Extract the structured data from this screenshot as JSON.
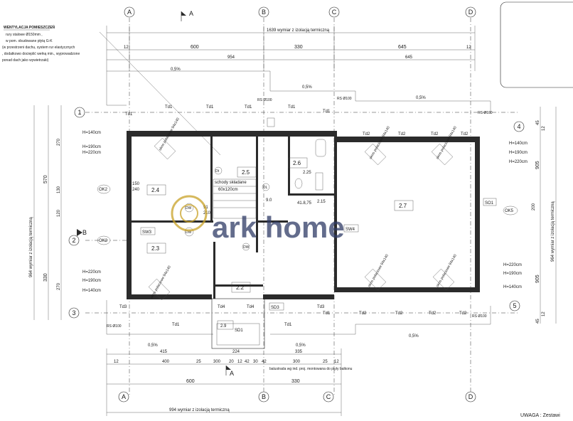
{
  "title_box": {
    "corner_text": "",
    "uwaga_label": "UWAGA : Zestawi"
  },
  "watermark": {
    "brand": "ark home",
    "color": "#c9a227",
    "text_color": "#2f3b66"
  },
  "ventilation_note": {
    "heading": "WENTYLACJA POMIESZCZEŃ",
    "lines": [
      "rury stalowe Ø150mm ,",
      "w pom. obudowane płytą G-K",
      "(w przestrzeni dachu, system rur elastycznych",
      ", dodatkowo docieplić wełną min., wyprowadzone",
      "ponad dach jako wywietrzaki)"
    ]
  },
  "grid_axes": {
    "top": [
      "A",
      "B",
      "C",
      "D"
    ],
    "bottom": [
      "A",
      "B",
      "C",
      "D"
    ],
    "left": [
      "1",
      "2",
      "3"
    ],
    "right": [
      "4",
      "5"
    ]
  },
  "section_marks": {
    "top": "A",
    "bottom": "A",
    "left": "B"
  },
  "dimensions": {
    "top_total": "1639 wymiar z izolacją termiczną",
    "top_row1": [
      "12",
      "600",
      "330",
      "645",
      "12"
    ],
    "top_row2": [
      "954",
      "645"
    ],
    "slope_labels": [
      "0,5%",
      "0,5%",
      "0,5%",
      "0,5%",
      "0,5%",
      "0,5%"
    ],
    "bottom_row1": [
      "415",
      "224",
      "335"
    ],
    "bottom_row2": [
      "12",
      "400",
      "25",
      "300",
      "20",
      "12",
      "42",
      "30",
      "42",
      "300",
      "25",
      "12"
    ],
    "bottom_row3": [
      "600",
      "330"
    ],
    "bottom_total": "994 wymiar z izolacją termiczną",
    "left_total": "964 wymiar z izolacją termiczną",
    "left_outer": [
      "570",
      "330"
    ],
    "left_inner": [
      "270",
      "130",
      "120",
      "270"
    ],
    "right_total": "964 wymiar z izolacją termiczną",
    "right_values": [
      "45",
      "12",
      "905",
      "200",
      "905",
      "12",
      "45"
    ]
  },
  "rooms": [
    {
      "id": "2.4",
      "label": "2.4"
    },
    {
      "id": "2.3",
      "label": "2.3"
    },
    {
      "id": "2.5",
      "label": "2.5"
    },
    {
      "id": "2.6",
      "label": "2.6"
    },
    {
      "id": "2.7",
      "label": "2.7"
    },
    {
      "id": "2.2",
      "label": "2.2"
    },
    {
      "id": "2.9",
      "label": "2.9"
    }
  ],
  "stairs_label": {
    "line1": "schody składane",
    "line2": "60x120cm"
  },
  "door_tags": [
    "Td1",
    "Td1",
    "Td1",
    "Td1",
    "Td1",
    "Td1",
    "Td2",
    "Td2",
    "Td2",
    "Td2",
    "Td3",
    "Td3",
    "Td1",
    "Td1",
    "Td1",
    "Td2",
    "Td2",
    "Td2",
    "Td2",
    "Td4",
    "Td4"
  ],
  "window_tags": [
    "SW3",
    "SW4",
    "SD3",
    "SD1",
    "OK2",
    "OK2",
    "OK5"
  ],
  "height_notes": [
    "H=140cm",
    "H=190cm",
    "H=220cm",
    "H=140cm",
    "H=190cm",
    "H=220cm",
    "H=220cm",
    "H=190cm",
    "H=140cm",
    "H=220cm",
    "H=190cm",
    "H=140cm"
  ],
  "roof_window_labels": [
    "okno połaciowe 94x140",
    "okno połaciowe 94x140",
    "okno połaciowe 94x140",
    "okno połaciowe 94x140",
    "okno połaciowe 94x140",
    "okno połaciowe 94x140"
  ],
  "rs_labels": [
    "RS Ø100",
    "RS Ø100",
    "RS Ø100",
    "RS Ø100",
    "RS Ø100"
  ],
  "balcony_note": "balustrada wg ind. proj. montowana do płyty balkonu",
  "misc_labels": [
    "Dt",
    "DL",
    "DW",
    "DW",
    "DW",
    "SO1",
    "41.8,75",
    "2.15",
    "2.25",
    "9.0",
    "91",
    "210",
    "150",
    "240"
  ]
}
